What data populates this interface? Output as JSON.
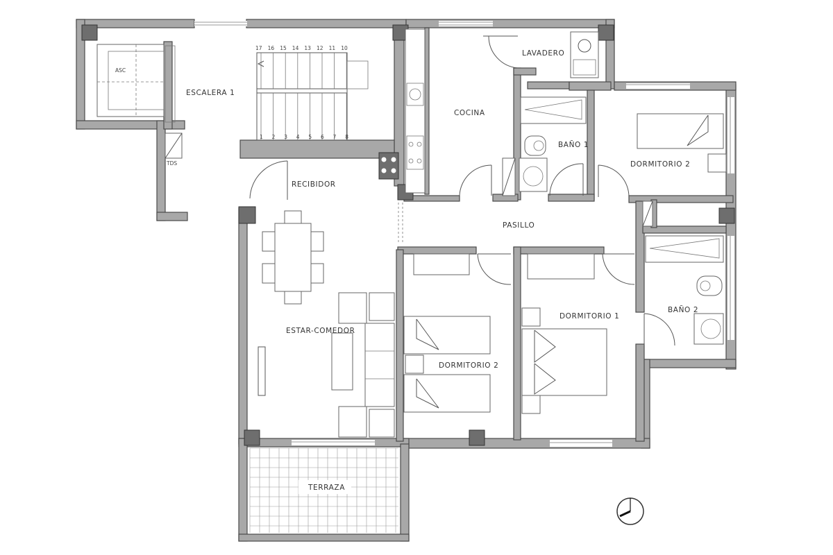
{
  "rooms": {
    "escalera": "ESCALERA 1",
    "cocina": "COCINA",
    "lavadero": "LAVADERO",
    "bano1": "BAÑO 1",
    "dormitorio2_top": "DORMITORIO 2",
    "recibidor": "RECIBIDOR",
    "pasillo": "PASILLO",
    "estar": "ESTAR-COMEDOR",
    "dormitorio2_mid": "DORMITORIO 2",
    "dormitorio1": "DORMITORIO 1",
    "bano2": "BAÑO 2",
    "terraza": "TERRAZA"
  },
  "stairs": {
    "top_steps": [
      "17",
      "16",
      "15",
      "14",
      "13",
      "12",
      "11",
      "10"
    ],
    "bottom_steps": [
      "1",
      "2",
      "3",
      "4",
      "5",
      "6",
      "7",
      "8"
    ]
  },
  "fixtures": {
    "elevator_text": "ASC",
    "duct_text": "TDS"
  }
}
